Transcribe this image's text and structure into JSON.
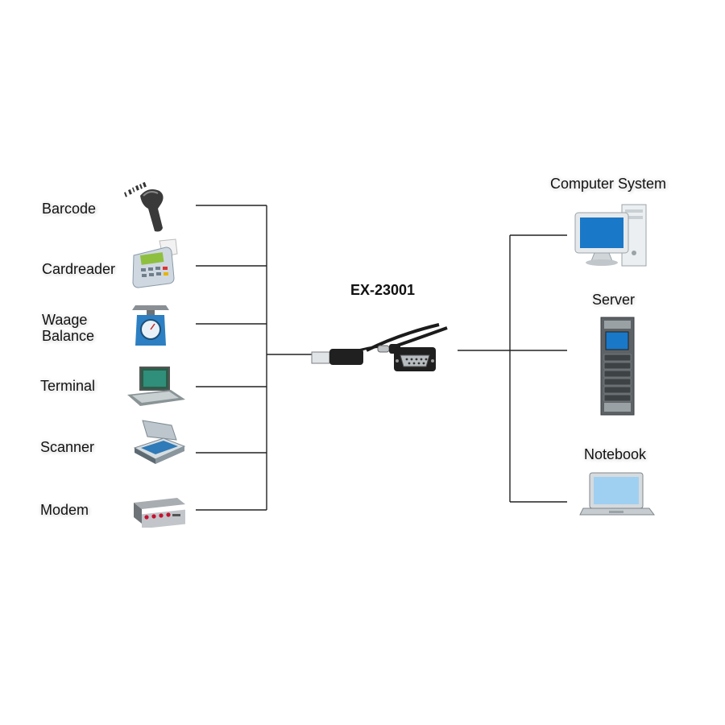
{
  "product": {
    "title": "EX-23001"
  },
  "left_devices": [
    {
      "id": "barcode",
      "label": "Barcode",
      "icon": "barcode-scanner-icon"
    },
    {
      "id": "cardreader",
      "label": "Cardreader",
      "icon": "card-reader-icon"
    },
    {
      "id": "balance",
      "label_line1": "Waage",
      "label_line2": "Balance",
      "icon": "scale-icon"
    },
    {
      "id": "terminal",
      "label": "Terminal",
      "icon": "terminal-icon"
    },
    {
      "id": "scanner",
      "label": "Scanner",
      "icon": "flatbed-scanner-icon"
    },
    {
      "id": "modem",
      "label": "Modem",
      "icon": "modem-icon"
    }
  ],
  "right_devices": [
    {
      "id": "computer",
      "label": "Computer System",
      "icon": "desktop-computer-icon"
    },
    {
      "id": "server",
      "label": "Server",
      "icon": "server-rack-icon"
    },
    {
      "id": "notebook",
      "label": "Notebook",
      "icon": "notebook-icon"
    }
  ],
  "colors": {
    "line": "#222222",
    "screen": "#1a78c8",
    "cable": "#1b1b1b"
  }
}
